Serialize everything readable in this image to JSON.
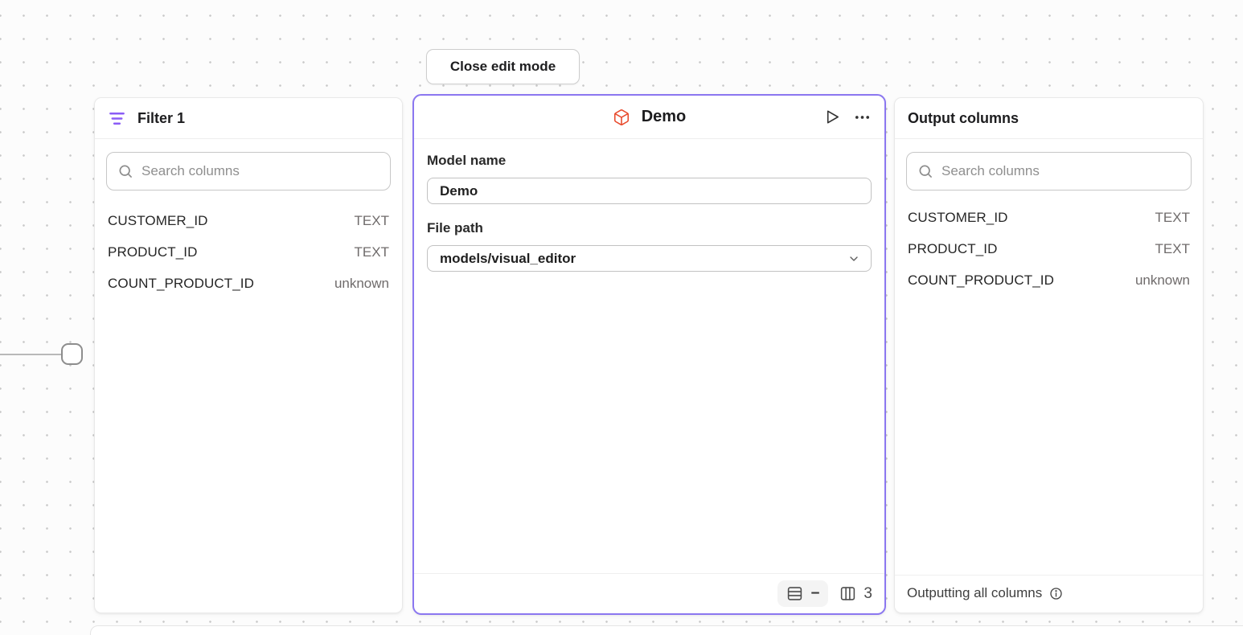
{
  "edit_mode": {
    "close_button_label": "Close edit mode"
  },
  "filter_panel": {
    "title": "Filter 1",
    "search_placeholder": "Search columns",
    "columns": [
      {
        "name": "CUSTOMER_ID",
        "type": "TEXT"
      },
      {
        "name": "PRODUCT_ID",
        "type": "TEXT"
      },
      {
        "name": "COUNT_PRODUCT_ID",
        "type": "unknown"
      }
    ]
  },
  "model_panel": {
    "title": "Demo",
    "model_name_label": "Model name",
    "model_name_value": "Demo",
    "file_path_label": "File path",
    "file_path_value": "models/visual_editor",
    "row_count": "−",
    "column_count": "3"
  },
  "output_panel": {
    "title": "Output columns",
    "search_placeholder": "Search columns",
    "columns": [
      {
        "name": "CUSTOMER_ID",
        "type": "TEXT"
      },
      {
        "name": "PRODUCT_ID",
        "type": "TEXT"
      },
      {
        "name": "COUNT_PRODUCT_ID",
        "type": "unknown"
      }
    ],
    "footer_text": "Outputting all columns"
  },
  "icons": {
    "filter-icon": "three purple funnel lines",
    "box-icon": "orange 3d cube outline",
    "play-icon": "outline right-pointing triangle",
    "ellipsis-icon": "three horizontal dots",
    "search-icon": "magnifying glass",
    "chevron-down-icon": "down chevron",
    "rows-icon": "table split into horizontal rows",
    "columns-icon": "table split into vertical columns",
    "info-icon": "circled letter i"
  },
  "colors": {
    "selected_node_border": "#8b77f0",
    "filter_accent": "#8b5cf6",
    "model_accent": "#e8492b",
    "canvas_dot": "#c9c9c9"
  }
}
